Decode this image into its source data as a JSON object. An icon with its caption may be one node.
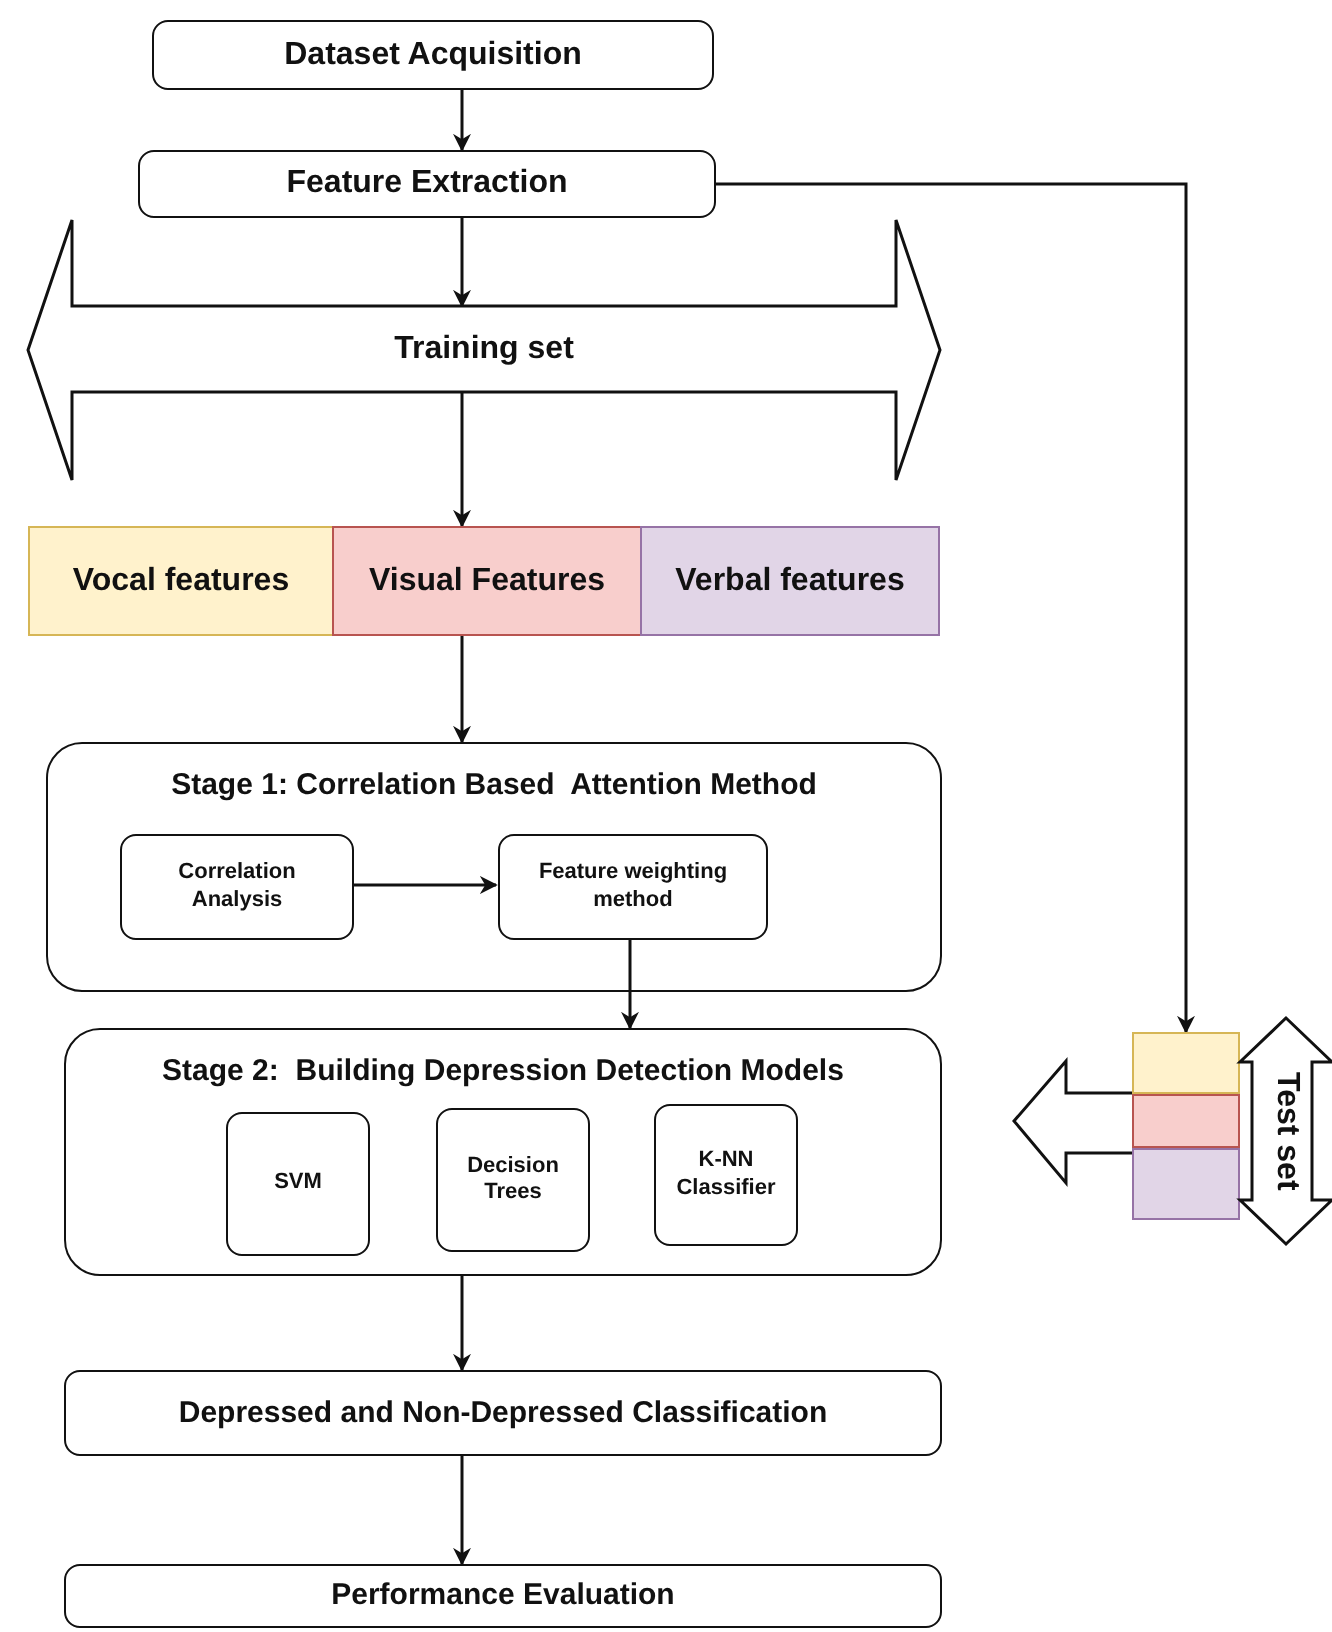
{
  "diagram": {
    "nodes": [
      {
        "text": [
          "Dataset Acquisition"
        ]
      },
      {
        "text": [
          "Feature Extraction"
        ]
      },
      {
        "text": [
          "Training set"
        ]
      },
      {
        "text": [
          "Vocal features"
        ]
      },
      {
        "text": [
          "Visual Features"
        ]
      },
      {
        "text": [
          "Verbal features"
        ]
      },
      {
        "text": [
          "Stage 1: Correlation Based  Attention Method"
        ]
      },
      {
        "text": [
          "Correlation Analysis"
        ],
        "in": 6
      },
      {
        "text": [
          "Feature weighting method"
        ],
        "in": 6
      },
      {
        "text": [
          "Stage 2:  Building Depression Detection Models"
        ]
      },
      {
        "text": [
          "SVM"
        ],
        "in": 9
      },
      {
        "text": [
          "Decision Trees"
        ],
        "in": 9
      },
      {
        "text": [
          "K-NN Classifier"
        ],
        "in": 9
      },
      {
        "text": [
          "Depressed and Non-Depressed Classification"
        ]
      },
      {
        "text": [
          "Performance Evaluation"
        ]
      },
      {
        "text": [],
        "shape": "box"
      },
      {
        "text": [],
        "shape": "box"
      },
      {
        "text": [],
        "shape": "box"
      },
      {
        "text": [
          "Test set"
        ]
      }
    ],
    "edges": [
      {
        "from": 0,
        "to": 1,
        "arrow": "to"
      },
      {
        "from": 1,
        "to": 2,
        "arrow": "to"
      },
      {
        "from": 2,
        "to": 4,
        "arrow": "to"
      },
      {
        "from": 1,
        "to": 15,
        "arrow": "to"
      },
      {
        "from": 4,
        "to": 6,
        "arrow": "to"
      },
      {
        "from": 7,
        "to": 8,
        "arrow": "to"
      },
      {
        "from": 8,
        "to": 9,
        "arrow": "to"
      },
      {
        "from": 9,
        "to": 13,
        "arrow": "to"
      },
      {
        "from": 13,
        "to": 14,
        "arrow": "to"
      },
      {
        "from": 16,
        "to": null,
        "arrow": "to"
      }
    ]
  }
}
